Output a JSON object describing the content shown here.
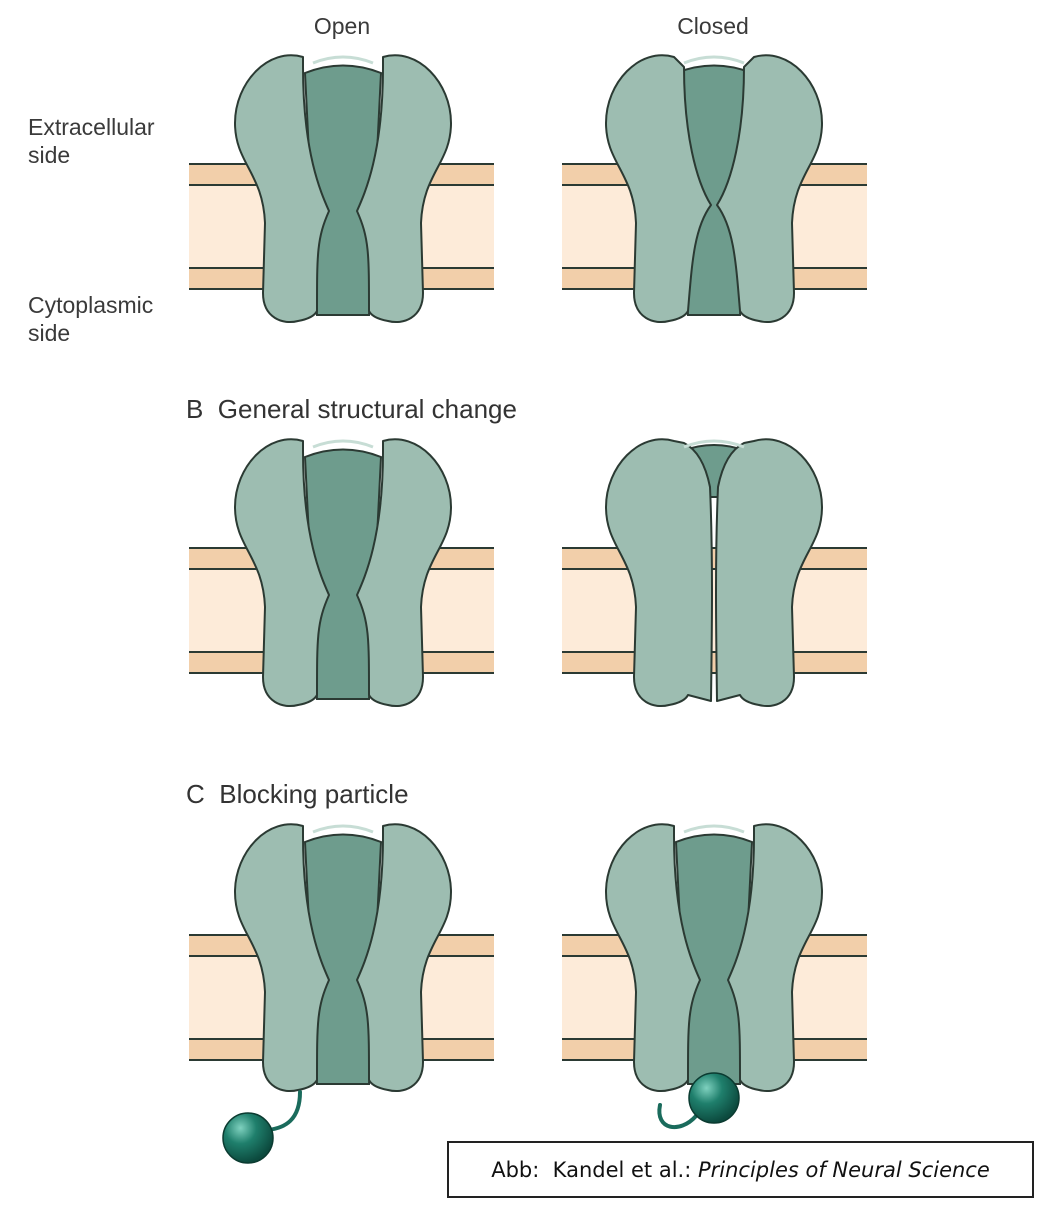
{
  "columns": {
    "open": "Open",
    "closed": "Closed"
  },
  "sides": {
    "extracellular_1": "Extracellular",
    "extracellular_2": "side",
    "cytoplasmic_1": "Cytoplasmic",
    "cytoplasmic_2": "side"
  },
  "sections": {
    "b_letter": "B",
    "b_title": "General structural change",
    "c_letter": "C",
    "c_title": "Blocking particle"
  },
  "caption": {
    "prefix": "Abb:  Kandel et al.: ",
    "title": "Principles of Neural Science"
  },
  "colors": {
    "membrane_band": "#f2cfaa",
    "membrane_core": "#fdebd9",
    "channel_body": "#9dbdb1",
    "channel_pore": "#6e9c8d",
    "outline": "#2b3a33",
    "blocking_particle": "#1a6b5c"
  }
}
